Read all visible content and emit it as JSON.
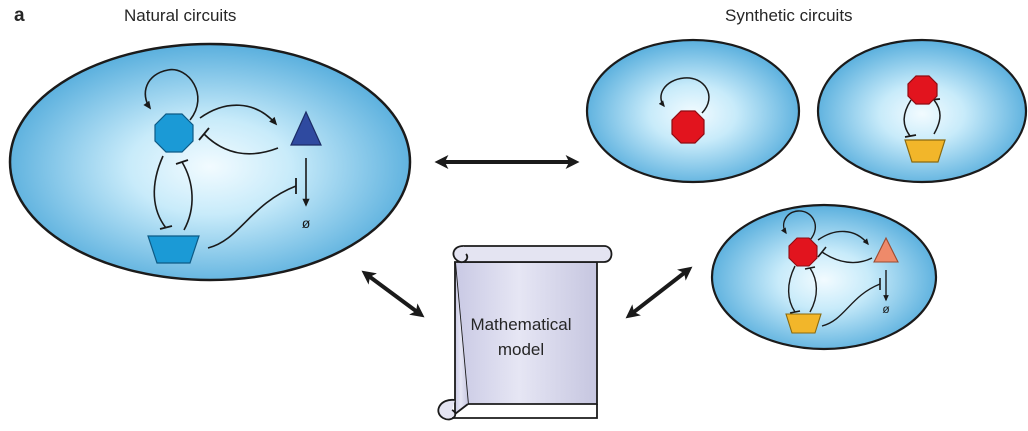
{
  "panel_label": "a",
  "titles": {
    "natural": "Natural circuits",
    "synthetic": "Synthetic circuits"
  },
  "model": {
    "line1": "Mathematical",
    "line2": "model"
  },
  "degradation_symbol": "ø",
  "colors": {
    "cell_edge": "#4aa6d8",
    "cell_center": "#f2fbff",
    "cell_outline": "#1b1b1b",
    "octagon_blue": "#1b9ad6",
    "octagon_red": "#e2141e",
    "triangle_blue": "#2f4aa0",
    "triangle_salmon": "#ee8a6a",
    "trapezoid_blue": "#1b9ad6",
    "trapezoid_yellow": "#f2b62a",
    "scroll_fill": "#dcdcef",
    "arrow": "#1a1a1a"
  }
}
